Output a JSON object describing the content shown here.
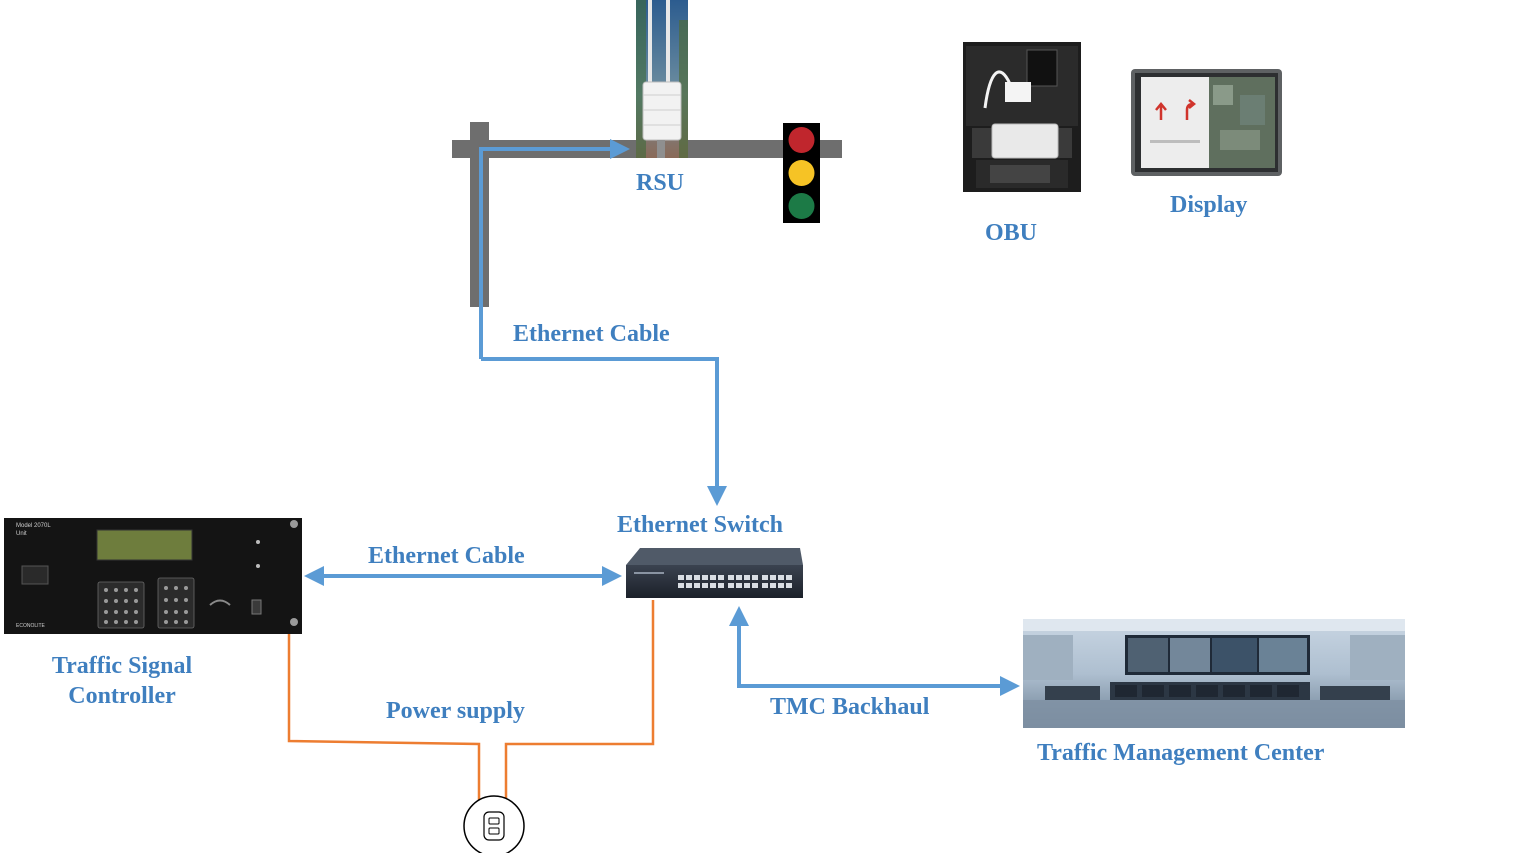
{
  "labels": {
    "rsu": "RSU",
    "obu": "OBU",
    "display": "Display",
    "ethernet_cable_top": "Ethernet Cable",
    "ethernet_switch": "Ethernet Switch",
    "ethernet_cable_left": "Ethernet Cable",
    "traffic_signal_controller": "Traffic Signal\nController",
    "power_supply": "Power supply",
    "tmc_backhaul": "TMC Backhaul",
    "traffic_management_center": "Traffic Management Center"
  },
  "controller_panel": {
    "model_text": "Model 2070L",
    "unit_text": "Unit",
    "brand_text": "ECONOLITE"
  },
  "colors": {
    "ethernet_line": "#5b9bd5",
    "power_line": "#ed7d31",
    "label_text": "#3f7fbf",
    "pole": "#6e6e6e",
    "signal_red": "#c0262d",
    "signal_yellow": "#f6c325",
    "signal_green": "#1c7a46"
  }
}
